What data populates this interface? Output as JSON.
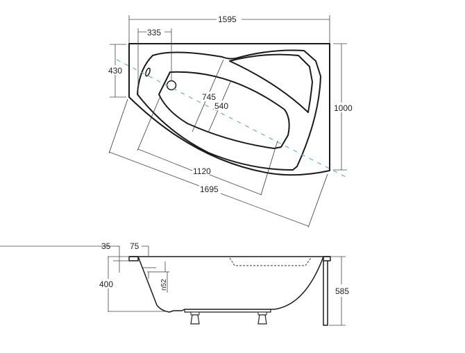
{
  "drawing": {
    "title": "Corner bathtub technical drawing",
    "colors": {
      "outline": "#1a1a1a",
      "dimension": "#444444",
      "centerline": "#5fb3d6",
      "background": "#ffffff"
    },
    "top_view": {
      "dimensions": {
        "overall_width": "1595",
        "drain_offset": "335",
        "left_height": "430",
        "overall_depth": "1000",
        "inner_width_1": "745",
        "inner_width_2": "540",
        "inner_length": "1120",
        "outer_length": "1695"
      }
    },
    "side_view": {
      "dimensions": {
        "rim_thickness": "35",
        "rim_width": "75",
        "inner_depth": "400",
        "overflow_height": "n52",
        "overall_height": "585"
      }
    }
  }
}
